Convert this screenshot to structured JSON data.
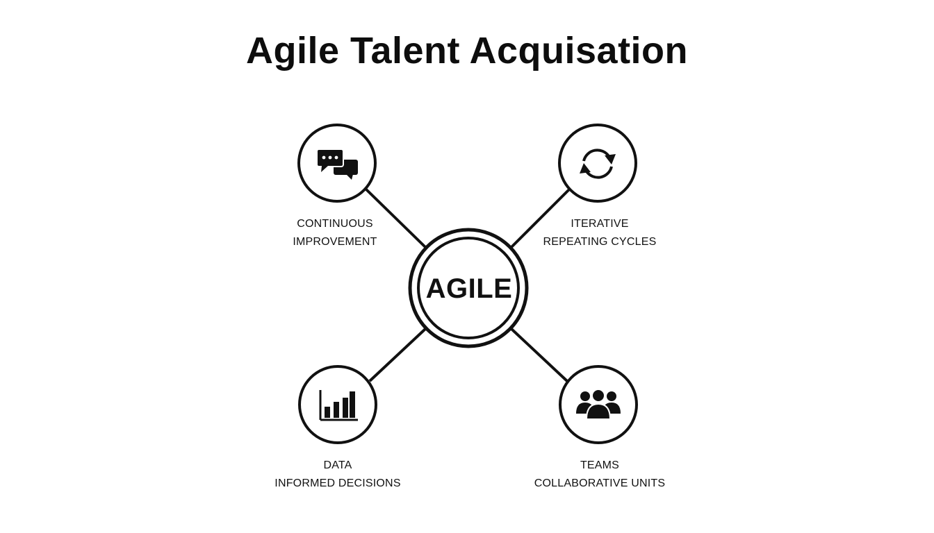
{
  "title": "Agile Talent Acquisation",
  "center": {
    "label": "AGILE"
  },
  "nodes": [
    {
      "id": "top-left",
      "icon": "chat-bubbles-icon",
      "line1": "CONTINUOUS",
      "line2": "IMPROVEMENT"
    },
    {
      "id": "top-right",
      "icon": "cycle-arrows-icon",
      "line1": "ITERATIVE",
      "line2": "REPEATING CYCLES"
    },
    {
      "id": "bottom-left",
      "icon": "bar-chart-icon",
      "line1": "DATA",
      "line2": "INFORMED DECISIONS"
    },
    {
      "id": "bottom-right",
      "icon": "people-group-icon",
      "line1": "TEAMS",
      "line2": "COLLABORATIVE UNITS"
    }
  ],
  "colors": {
    "stroke": "#111111",
    "background": "#ffffff"
  }
}
